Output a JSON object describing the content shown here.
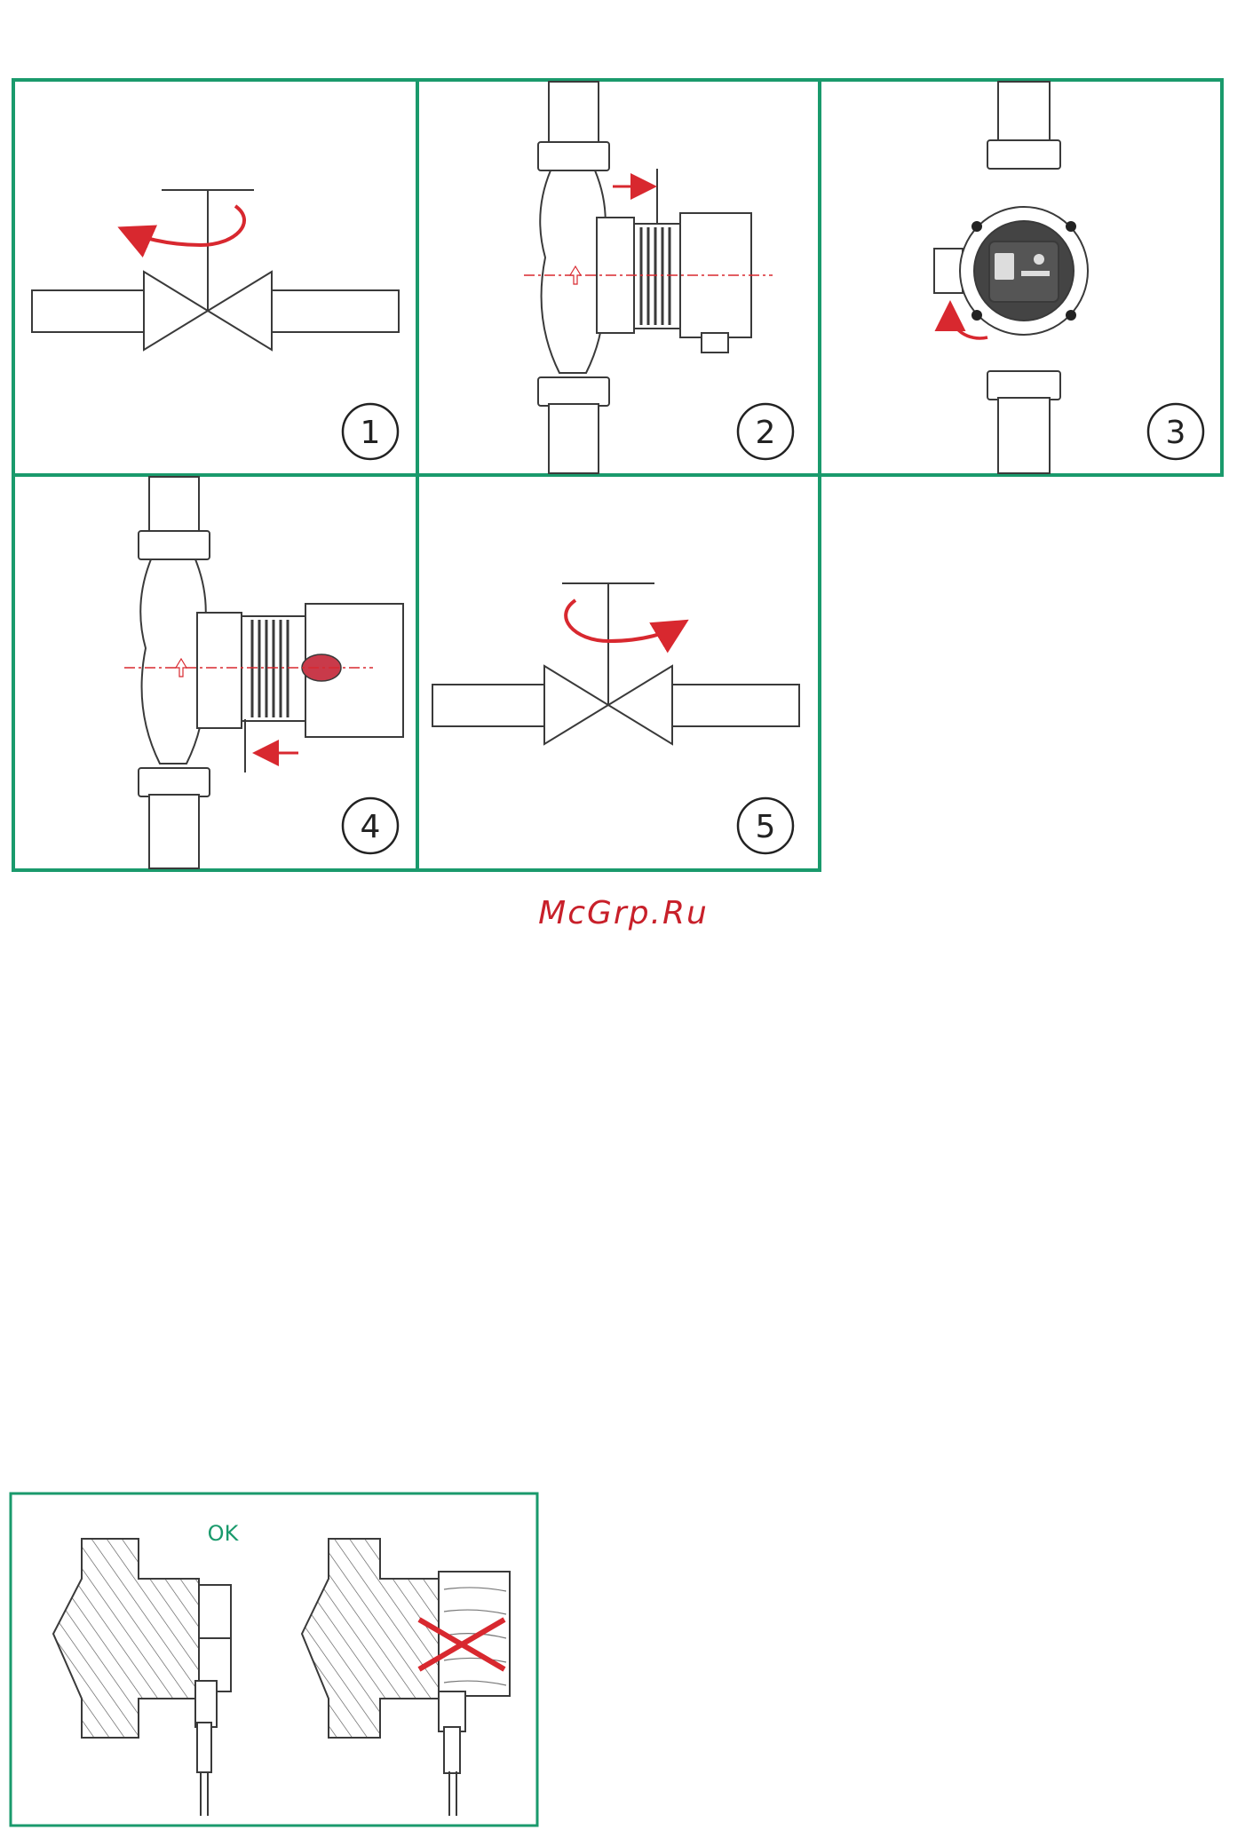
{
  "steps": [
    {
      "number": "1"
    },
    {
      "number": "2"
    },
    {
      "number": "3"
    },
    {
      "number": "4"
    },
    {
      "number": "5"
    }
  ],
  "watermark": "McGrp.Ru",
  "install_check": {
    "ok_label": "OK"
  },
  "colors": {
    "frame": "#1a9a6c",
    "arrow": "#d8282f",
    "line": "#3a3a3a",
    "watermark": "#c8202a",
    "ok": "#1a9a6c"
  }
}
